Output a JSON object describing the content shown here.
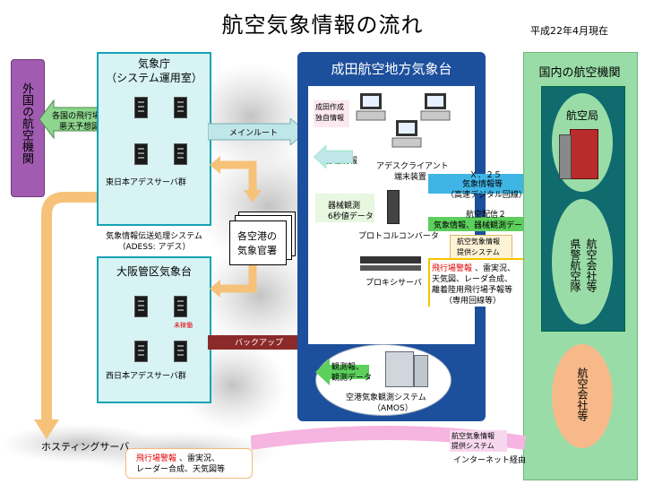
{
  "title": "航空気象情報の流れ",
  "date": "平成22年4月現在",
  "foreign": {
    "label": "外国の航空機関",
    "arrow_text": [
      "各国の飛行場予報、",
      "悪天予想図等"
    ]
  },
  "jma": {
    "header": [
      "気象庁",
      "（システム運用室）"
    ],
    "servers_label": "東日本アデスサーバ群",
    "system_caption": [
      "気象情報伝送処理システム",
      "（ADESS:  アデス）"
    ]
  },
  "osaka": {
    "header": "大阪管区気象台",
    "servers_label": "西日本アデスサーバ群",
    "pending_label": "未稼働"
  },
  "main_route": "メインルート",
  "backup": "バックアップ",
  "airports": [
    "各空港の",
    "気象官署"
  ],
  "narita": {
    "header": "成田航空地方気象台",
    "narita_info": [
      "成田作成",
      "独自情報"
    ],
    "various_info": "各種情報",
    "adess_client": [
      "アデスクライアント",
      "端末装置"
    ],
    "instrument": [
      "器械観測",
      "6秒値データ"
    ],
    "protocol_converter": "プロトコルコンバータ",
    "proxy_server": "プロキシサーバ",
    "obs_data": [
      "観測報、",
      "観測データ"
    ],
    "amos": [
      "空港気象観測システム",
      "（AMOS）"
    ]
  },
  "links": {
    "x25": "Ｘ．２５",
    "x25_desc": [
      "気象情報等",
      "（高速デジタル回線）"
    ],
    "haishin": "航空配信２",
    "haishin_desc": "気象情報、器械観測データ",
    "provider": [
      "航空気象情報",
      "提供システム"
    ],
    "dedicated_highlight": "飛行場警報",
    "dedicated_rest1": "、雷実況、",
    "dedicated_lines": [
      "天気図、レーダ合成、",
      "離着陸用飛行場予報等",
      "（専用回線等）"
    ]
  },
  "domestic": {
    "header": "国内の航空機関",
    "civil_aviation": "航空局",
    "police": "県警航空隊",
    "airlines_a": "航空会社等",
    "airlines_b": "航空会社等"
  },
  "bottom": {
    "hosting": "ホスティングサーバ",
    "highlight": "飛行場警報",
    "rest1": "、雷実況、",
    "rest2": "レーダー合成、天気図等",
    "provider": [
      "航空気象情報",
      "提供システム"
    ],
    "internet": "インターネット経由"
  },
  "colors": {
    "teal": "#16a3b5",
    "navy": "#1c4f9c",
    "green": "#9adca7",
    "purple": "#a15bb0",
    "red": "#e00000"
  }
}
